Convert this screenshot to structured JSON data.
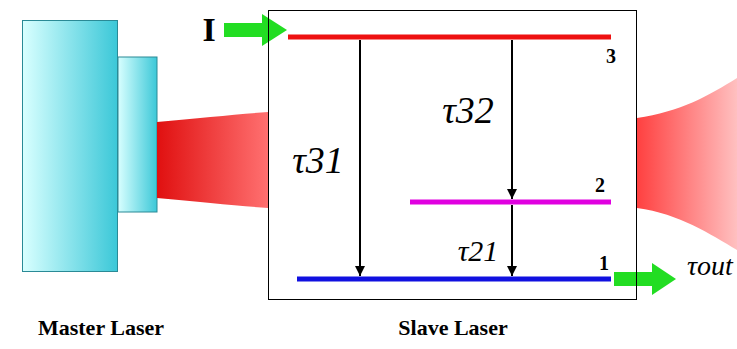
{
  "diagram": {
    "nodes": [
      {
        "text": [
          "Master Laser"
        ]
      },
      {
        "text": [
          "Slave Laser"
        ]
      }
    ],
    "labels": [
      "I",
      "τ31",
      "τ32",
      "3",
      "2",
      "τ21",
      "1",
      "τout"
    ]
  }
}
